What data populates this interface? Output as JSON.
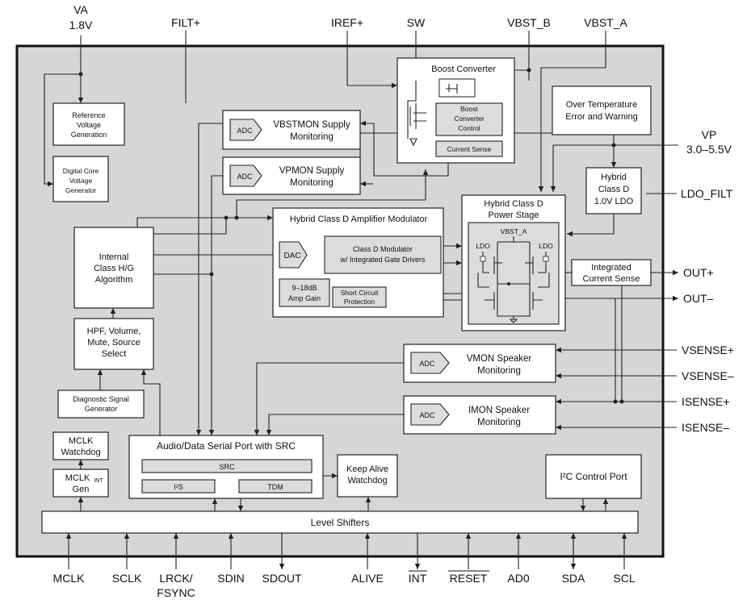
{
  "pins_top": {
    "va": "VA",
    "va_v": "1.8V",
    "filt": "FILT+",
    "iref": "IREF+",
    "sw": "SW",
    "vbst_b": "VBST_B",
    "vbst_a": "VBST_A"
  },
  "pins_right": {
    "vp": "VP",
    "vp_range": "3.0–5.5V",
    "ldo_filt": "LDO_FILT",
    "out_p": "OUT+",
    "out_n": "OUT–",
    "vsense_p": "VSENSE+",
    "vsense_n": "VSENSE–",
    "isense_p": "ISENSE+",
    "isense_n": "ISENSE–"
  },
  "pins_bottom": {
    "mclk": "MCLK",
    "sclk": "SCLK",
    "lrck": "LRCK/",
    "fsync": "FSYNC",
    "sdin": "SDIN",
    "sdout": "SDOUT",
    "alive": "ALIVE",
    "int": "INT",
    "reset": "RESET",
    "ad0": "AD0",
    "sda": "SDA",
    "scl": "SCL"
  },
  "blocks": {
    "ref_volt": [
      "Reference",
      "Voltage",
      "Generation"
    ],
    "digital_core": [
      "Digital Core",
      "Voltage",
      "Generator"
    ],
    "vbstmon": [
      "VBSTMON Supply",
      "Monitoring"
    ],
    "vpmon": [
      "VPMON Supply",
      "Monitoring"
    ],
    "adc": "ADC",
    "boost": "Boost Converter",
    "boost_ctrl": [
      "Boost",
      "Converter",
      "Control"
    ],
    "current_sense": "Current Sense",
    "over_temp": [
      "Over Temperature",
      "Error and Warning"
    ],
    "hybrid_ldo": [
      "Hybrid",
      "Class D",
      "1.0V LDO"
    ],
    "modulator": "Hybrid Class D Amplifier Modulator",
    "dac": "DAC",
    "classd_mod": [
      "Class D Modulator",
      "w/ Integrated Gate Drivers"
    ],
    "amp_gain": [
      "9–18dB",
      "Amp Gain"
    ],
    "short_circuit": [
      "Short Circuit",
      "Protection"
    ],
    "power_stage": [
      "Hybrid Class D",
      "Power Stage"
    ],
    "ps_vbst": "VBST_A",
    "ps_ldo": "LDO",
    "int_current": [
      "Integrated",
      "Current Sense"
    ],
    "classhg": [
      "Internal",
      "Class H/G",
      "Algorithm"
    ],
    "hpf": [
      "HPF, Volume,",
      "Mute, Source",
      "Select"
    ],
    "diag": [
      "Diagnostic Signal",
      "Generator"
    ],
    "vmon": [
      "VMON Speaker",
      "Monitoring"
    ],
    "imon": [
      "IMON Speaker",
      "Monitoring"
    ],
    "mclk_wd": [
      "MCLK",
      "Watchdog"
    ],
    "mclk_int_main": "MCLK",
    "mclk_int_sub": "INT",
    "mclk_int_gen": "Gen",
    "serial_port": "Audio/Data Serial Port with SRC",
    "src": "SRC",
    "i2s": "I²S",
    "tdm": "TDM",
    "keep_alive": [
      "Keep Alive",
      "Watchdog"
    ],
    "i2c": "I²C Control Port",
    "level_shifters": "Level Shifters"
  }
}
